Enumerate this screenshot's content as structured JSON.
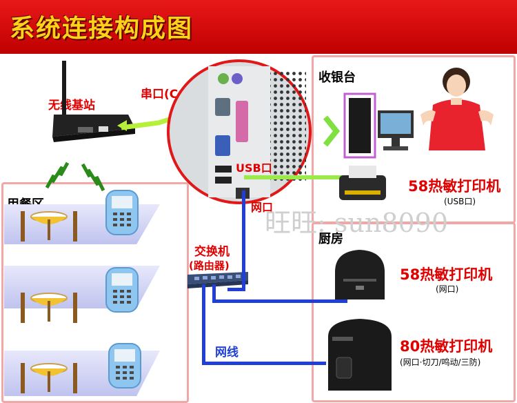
{
  "title": "系统连接构成图",
  "labels": {
    "base_station": "无线基站",
    "serial_port": "串口(COM口)",
    "usb_port": "USB口",
    "network_port": "网口",
    "checkout": "收银台",
    "dining_area": "用餐区",
    "switch": "交换机",
    "router": "(路由器)",
    "kitchen": "厨房",
    "network_cable": "网线"
  },
  "printers": [
    {
      "name": "58热敏打印机",
      "note": "(USB口)"
    },
    {
      "name": "58热敏打印机",
      "note": "(网口)"
    },
    {
      "name": "80热敏打印机",
      "note": "(网口·切刀/鸣动/三防)"
    }
  ],
  "watermark": "旺旺: sun8090"
}
